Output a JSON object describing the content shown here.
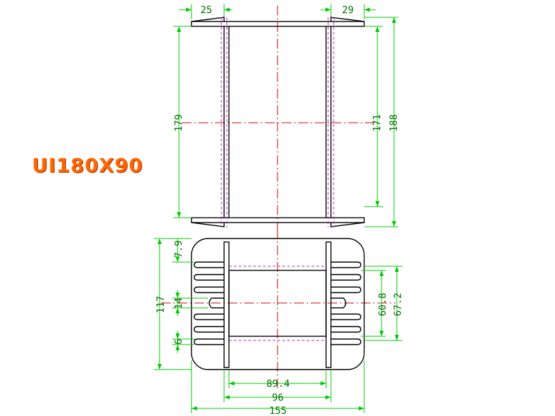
{
  "title": {
    "text": "UI180X90"
  },
  "colors": {
    "title": "#ff6600",
    "title_shadow": "#a03000",
    "object": "#000000",
    "dimension": "#00c800",
    "dimension_text": "#007000",
    "centerline": "#d00000",
    "hidden": "#c020c0"
  },
  "top_view": {
    "dims": {
      "left_flange": "25",
      "right_flange": "29",
      "left_height": "179",
      "inner_height": "171",
      "outer_height": "188"
    }
  },
  "bottom_view": {
    "dims": {
      "corner": "7.9",
      "total_height": "117",
      "center_slot": "14",
      "fin": "6",
      "window_inner": "60.8",
      "window_outer": "67.2",
      "inner_width": "89.4",
      "mid_width": "96",
      "total_width": "155"
    }
  }
}
